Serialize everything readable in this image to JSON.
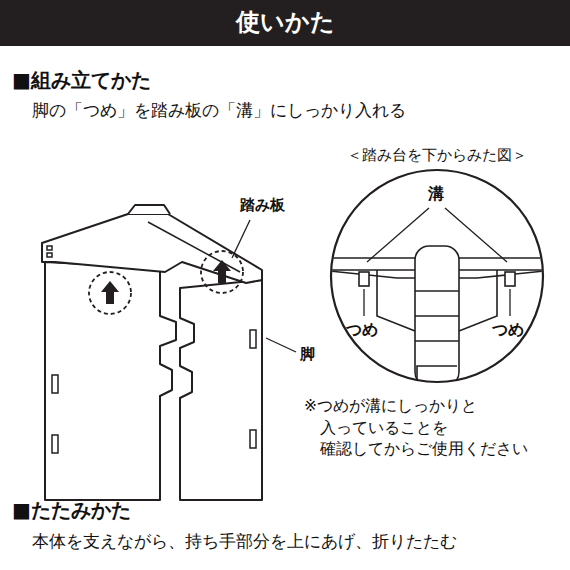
{
  "diagram": {
    "title": "使いかた",
    "nodes": [
      {
        "text": [
          "＜踏み台を下からみた図＞",
          "溝",
          "つめ",
          "つめ"
        ]
      }
    ],
    "labels": [
      "■組み立てかた",
      "脚の「つめ」を踏み板の「溝」にしっかり入れる",
      "踏み板",
      "脚",
      "※つめが溝にしっかりと 入っていることを 確認してからご使用ください",
      "■たたみかた",
      "本体を支えながら、持ち手部分を上にあげ、折りたたむ"
    ]
  }
}
